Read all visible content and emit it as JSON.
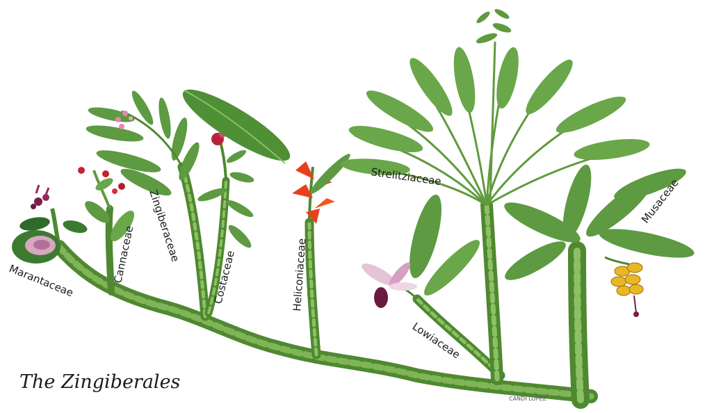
{
  "title": "The Zingiberales",
  "families": {
    "marantaceae": "Marantaceae",
    "cannaceae": "Cannaceae",
    "zingiberaceae": "Zingiberaceae",
    "costaceae": "Costaceae",
    "heliconiaceae": "Heliconiaceae",
    "strelitziaceae": "Strelitziaceae",
    "lowiaceae": "Lowiaceae",
    "musaceae": "Musaceae"
  },
  "signature": "CANDI LOPEZ",
  "colors": {
    "stem": "#5f9a3c",
    "stem_dark": "#3f6f25",
    "leaf": "#6aa64a",
    "leaf_dark": "#3c7a30",
    "heliconia_red": "#e8401c",
    "banana_yellow": "#e9b723",
    "flower_magenta": "#c23b6e"
  }
}
